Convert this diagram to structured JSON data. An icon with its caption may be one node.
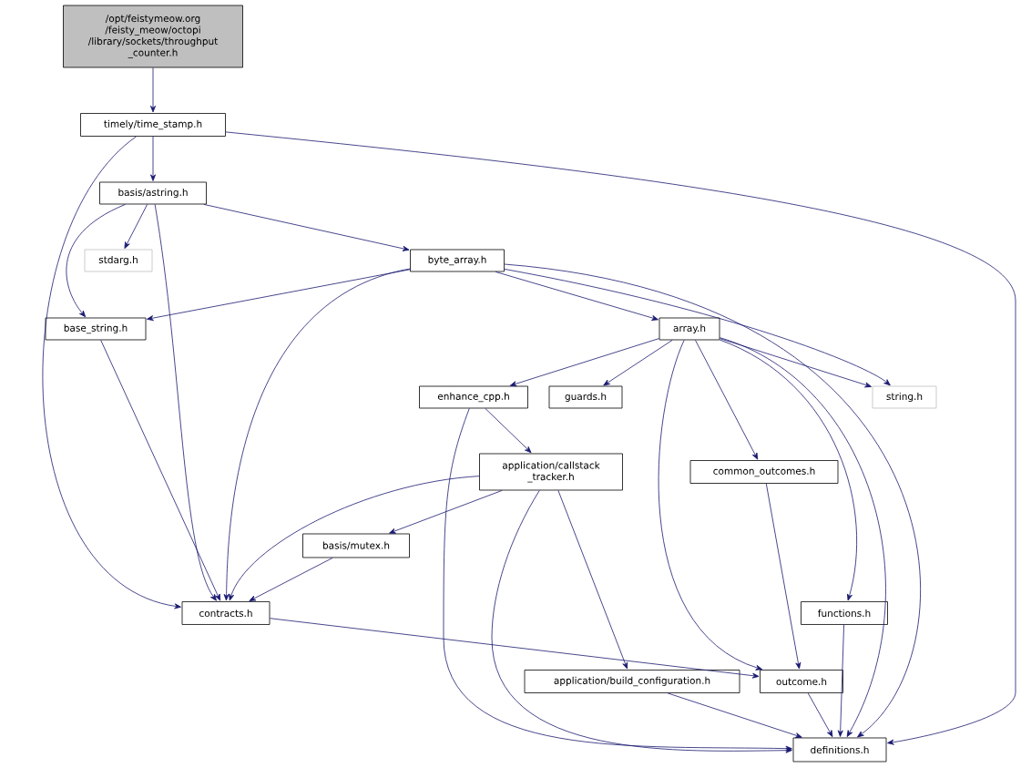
{
  "diagram": {
    "nodes": [
      {
        "text": [
          "/opt/feistymeow.org /feisty_meow/octopi /library/sockets/throughput _counter.h"
        ]
      },
      {
        "text": [
          "timely/time_stamp.h"
        ]
      },
      {
        "text": [
          "basis/astring.h"
        ]
      },
      {
        "text": [
          "stdarg.h"
        ]
      },
      {
        "text": [
          "byte_array.h"
        ]
      },
      {
        "text": [
          "base_string.h"
        ]
      },
      {
        "text": [
          "array.h"
        ]
      },
      {
        "text": [
          "enhance_cpp.h"
        ]
      },
      {
        "text": [
          "guards.h"
        ]
      },
      {
        "text": [
          "string.h"
        ]
      },
      {
        "text": [
          "application/callstack _tracker.h"
        ]
      },
      {
        "text": [
          "common_outcomes.h"
        ]
      },
      {
        "text": [
          "basis/mutex.h"
        ]
      },
      {
        "text": [
          "contracts.h"
        ]
      },
      {
        "text": [
          "functions.h"
        ]
      },
      {
        "text": [
          "application/build_configuration.h"
        ]
      },
      {
        "text": [
          "outcome.h"
        ]
      },
      {
        "text": [
          "definitions.h"
        ]
      }
    ],
    "edges": [
      {
        "from": 0,
        "to": 1,
        "arrow": "to"
      },
      {
        "from": 1,
        "to": 2,
        "arrow": "to"
      },
      {
        "from": 1,
        "to": 13,
        "arrow": "to"
      },
      {
        "from": 1,
        "to": 17,
        "arrow": "to"
      },
      {
        "from": 2,
        "to": 3,
        "arrow": "to"
      },
      {
        "from": 2,
        "to": 5,
        "arrow": "to"
      },
      {
        "from": 2,
        "to": 13,
        "arrow": "to"
      },
      {
        "from": 2,
        "to": 4,
        "arrow": "to"
      },
      {
        "from": 4,
        "to": 5,
        "arrow": "to"
      },
      {
        "from": 4,
        "to": 13,
        "arrow": "to"
      },
      {
        "from": 4,
        "to": 6,
        "arrow": "to"
      },
      {
        "from": 4,
        "to": 9,
        "arrow": "to"
      },
      {
        "from": 4,
        "to": 17,
        "arrow": "to"
      },
      {
        "from": 6,
        "to": 7,
        "arrow": "to"
      },
      {
        "from": 6,
        "to": 8,
        "arrow": "to"
      },
      {
        "from": 6,
        "to": 16,
        "arrow": "to"
      },
      {
        "from": 6,
        "to": 11,
        "arrow": "to"
      },
      {
        "from": 6,
        "to": 14,
        "arrow": "to"
      },
      {
        "from": 6,
        "to": 9,
        "arrow": "to"
      },
      {
        "from": 6,
        "to": 17,
        "arrow": "to"
      },
      {
        "from": 7,
        "to": 10,
        "arrow": "to"
      },
      {
        "from": 7,
        "to": 17,
        "arrow": "to"
      },
      {
        "from": 10,
        "to": 13,
        "arrow": "to"
      },
      {
        "from": 10,
        "to": 12,
        "arrow": "to"
      },
      {
        "from": 10,
        "to": 17,
        "arrow": "to"
      },
      {
        "from": 10,
        "to": 15,
        "arrow": "to"
      },
      {
        "from": 12,
        "to": 13,
        "arrow": "to"
      },
      {
        "from": 5,
        "to": 13,
        "arrow": "to"
      },
      {
        "from": 13,
        "to": 16,
        "arrow": "to"
      },
      {
        "from": 11,
        "to": 16,
        "arrow": "to"
      },
      {
        "from": 14,
        "to": 17,
        "arrow": "to"
      },
      {
        "from": 15,
        "to": 17,
        "arrow": "to"
      },
      {
        "from": 16,
        "to": 17,
        "arrow": "to"
      }
    ]
  }
}
